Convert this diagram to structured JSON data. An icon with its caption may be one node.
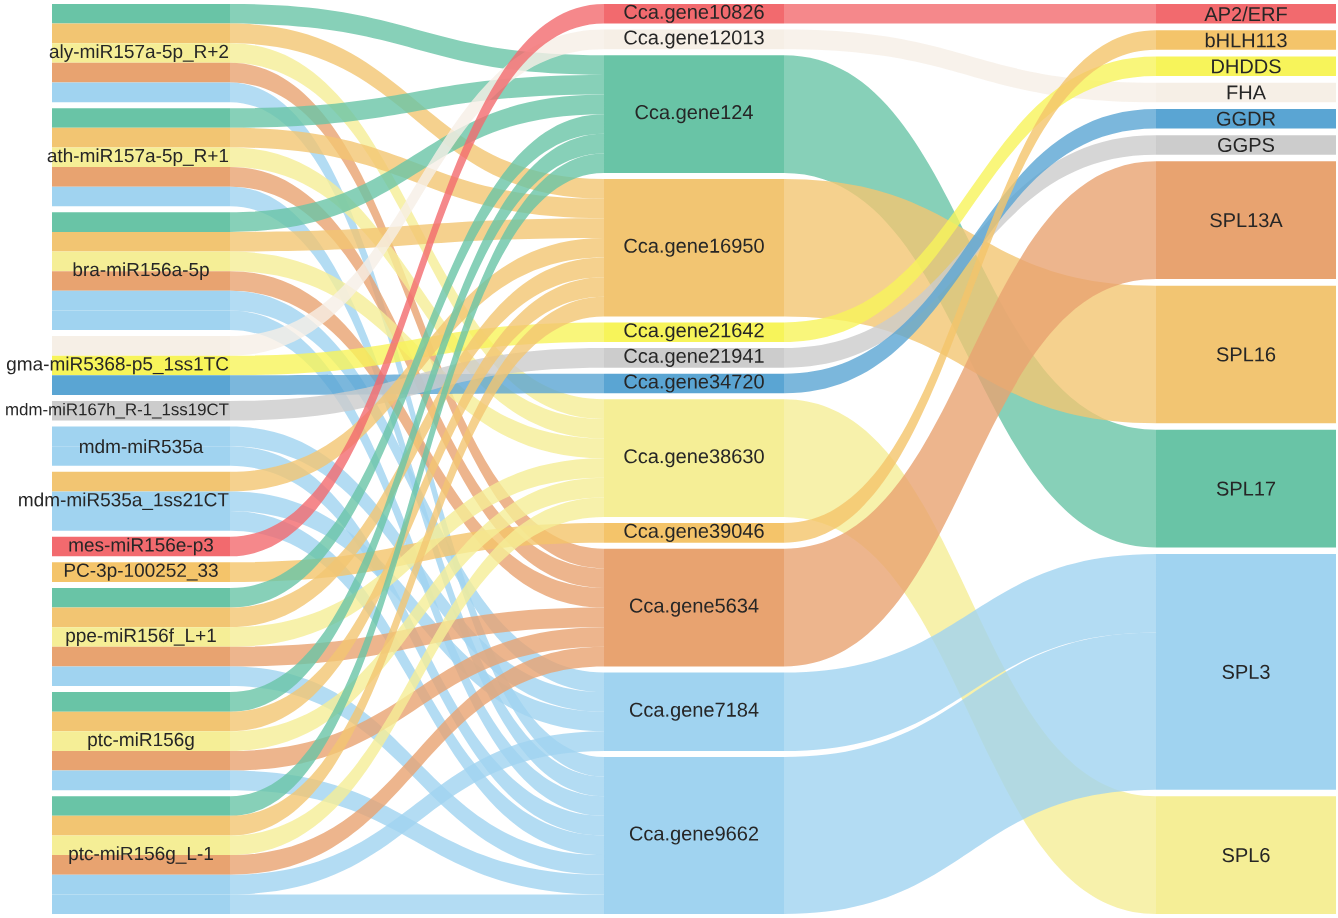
{
  "diagram": {
    "nodes": [
      {
        "text": [
          "aly-miR157a-5p_R+2"
        ]
      },
      {
        "text": [
          "ath-miR157a-5p_R+1"
        ]
      },
      {
        "text": [
          "bra-miR156a-5p"
        ]
      },
      {
        "text": [
          "gma-miR5368-p5_1ss1TC"
        ]
      },
      {
        "text": [
          "mdm-miR167h_R-1_1ss19CT"
        ]
      },
      {
        "text": [
          "mdm-miR535a"
        ]
      },
      {
        "text": [
          "mdm-miR535a_1ss21CT"
        ]
      },
      {
        "text": [
          "mes-miR156e-p3"
        ]
      },
      {
        "text": [
          "PC-3p-100252_33"
        ]
      },
      {
        "text": [
          "ppe-miR156f_L+1"
        ]
      },
      {
        "text": [
          "ptc-miR156g"
        ]
      },
      {
        "text": [
          "ptc-miR156g_L-1"
        ]
      },
      {
        "text": [
          "Cca.gene10826"
        ]
      },
      {
        "text": [
          "Cca.gene12013"
        ]
      },
      {
        "text": [
          "Cca.gene124"
        ]
      },
      {
        "text": [
          "Cca.gene16950"
        ]
      },
      {
        "text": [
          "Cca.gene21642"
        ]
      },
      {
        "text": [
          "Cca.gene21941"
        ]
      },
      {
        "text": [
          "Cca.gene34720"
        ]
      },
      {
        "text": [
          "Cca.gene38630"
        ]
      },
      {
        "text": [
          "Cca.gene39046"
        ]
      },
      {
        "text": [
          "Cca.gene5634"
        ]
      },
      {
        "text": [
          "Cca.gene7184"
        ]
      },
      {
        "text": [
          "Cca.gene9662"
        ]
      },
      {
        "text": [
          "AP2/ERF"
        ]
      },
      {
        "text": [
          "bHLH113"
        ]
      },
      {
        "text": [
          "DHDDS"
        ]
      },
      {
        "text": [
          "FHA"
        ]
      },
      {
        "text": [
          "GGDR"
        ]
      },
      {
        "text": [
          "GGPS"
        ]
      },
      {
        "text": [
          "SPL13A"
        ]
      },
      {
        "text": [
          "SPL16"
        ]
      },
      {
        "text": [
          "SPL17"
        ]
      },
      {
        "text": [
          "SPL3"
        ]
      },
      {
        "text": [
          "SPL6"
        ]
      }
    ],
    "edges": [
      {
        "from": 0,
        "to": 14,
        "arrow": "none",
        "color": "#69c4a6"
      },
      {
        "from": 0,
        "to": 15,
        "arrow": "none",
        "color": "#f2c572"
      },
      {
        "from": 0,
        "to": 19,
        "arrow": "none",
        "color": "#f5ee96"
      },
      {
        "from": 0,
        "to": 21,
        "arrow": "none",
        "color": "#e8a370"
      },
      {
        "from": 0,
        "to": 23,
        "arrow": "none",
        "color": "#a0d3f0"
      },
      {
        "from": 1,
        "to": 14,
        "arrow": "none",
        "color": "#69c4a6"
      },
      {
        "from": 1,
        "to": 15,
        "arrow": "none",
        "color": "#f2c572"
      },
      {
        "from": 1,
        "to": 19,
        "arrow": "none",
        "color": "#f5ee96"
      },
      {
        "from": 1,
        "to": 21,
        "arrow": "none",
        "color": "#e8a370"
      },
      {
        "from": 1,
        "to": 23,
        "arrow": "none",
        "color": "#a0d3f0"
      },
      {
        "from": 2,
        "to": 14,
        "arrow": "none",
        "color": "#69c4a6"
      },
      {
        "from": 2,
        "to": 15,
        "arrow": "none",
        "color": "#f2c572"
      },
      {
        "from": 2,
        "to": 19,
        "arrow": "none",
        "color": "#f5ee96"
      },
      {
        "from": 2,
        "to": 21,
        "arrow": "none",
        "color": "#e8a370"
      },
      {
        "from": 2,
        "to": 22,
        "arrow": "none",
        "color": "#a0d3f0"
      },
      {
        "from": 2,
        "to": 23,
        "arrow": "none",
        "color": "#a0d3f0"
      },
      {
        "from": 3,
        "to": 13,
        "arrow": "none",
        "color": "#f6efe6"
      },
      {
        "from": 3,
        "to": 16,
        "arrow": "none",
        "color": "#f7f45a"
      },
      {
        "from": 3,
        "to": 18,
        "arrow": "none",
        "color": "#5aa5d3"
      },
      {
        "from": 4,
        "to": 17,
        "arrow": "none",
        "color": "#cccccc"
      },
      {
        "from": 5,
        "to": 22,
        "arrow": "none",
        "color": "#a0d3f0"
      },
      {
        "from": 5,
        "to": 23,
        "arrow": "none",
        "color": "#a0d3f0"
      },
      {
        "from": 6,
        "to": 15,
        "arrow": "none",
        "color": "#f2c572"
      },
      {
        "from": 6,
        "to": 22,
        "arrow": "none",
        "color": "#a0d3f0"
      },
      {
        "from": 6,
        "to": 23,
        "arrow": "none",
        "color": "#a0d3f0"
      },
      {
        "from": 7,
        "to": 12,
        "arrow": "none",
        "color": "#f26a6e"
      },
      {
        "from": 8,
        "to": 20,
        "arrow": "none",
        "color": "#f4c46a"
      },
      {
        "from": 9,
        "to": 14,
        "arrow": "none",
        "color": "#69c4a6"
      },
      {
        "from": 9,
        "to": 15,
        "arrow": "none",
        "color": "#f2c572"
      },
      {
        "from": 9,
        "to": 19,
        "arrow": "none",
        "color": "#f5ee96"
      },
      {
        "from": 9,
        "to": 21,
        "arrow": "none",
        "color": "#e8a370"
      },
      {
        "from": 9,
        "to": 23,
        "arrow": "none",
        "color": "#a0d3f0"
      },
      {
        "from": 10,
        "to": 14,
        "arrow": "none",
        "color": "#69c4a6"
      },
      {
        "from": 10,
        "to": 15,
        "arrow": "none",
        "color": "#f2c572"
      },
      {
        "from": 10,
        "to": 19,
        "arrow": "none",
        "color": "#f5ee96"
      },
      {
        "from": 10,
        "to": 21,
        "arrow": "none",
        "color": "#e8a370"
      },
      {
        "from": 10,
        "to": 23,
        "arrow": "none",
        "color": "#a0d3f0"
      },
      {
        "from": 11,
        "to": 14,
        "arrow": "none",
        "color": "#69c4a6"
      },
      {
        "from": 11,
        "to": 15,
        "arrow": "none",
        "color": "#f2c572"
      },
      {
        "from": 11,
        "to": 19,
        "arrow": "none",
        "color": "#f5ee96"
      },
      {
        "from": 11,
        "to": 21,
        "arrow": "none",
        "color": "#e8a370"
      },
      {
        "from": 11,
        "to": 22,
        "arrow": "none",
        "color": "#a0d3f0"
      },
      {
        "from": 11,
        "to": 23,
        "arrow": "none",
        "color": "#a0d3f0"
      },
      {
        "from": 12,
        "to": 24,
        "arrow": "none",
        "color": "#f26a6e"
      },
      {
        "from": 13,
        "to": 27,
        "arrow": "none",
        "color": "#f6efe6"
      },
      {
        "from": 14,
        "to": 32,
        "arrow": "none",
        "color": "#69c4a6"
      },
      {
        "from": 15,
        "to": 31,
        "arrow": "none",
        "color": "#f2c572"
      },
      {
        "from": 16,
        "to": 26,
        "arrow": "none",
        "color": "#f7f45a"
      },
      {
        "from": 17,
        "to": 29,
        "arrow": "none",
        "color": "#cccccc"
      },
      {
        "from": 18,
        "to": 28,
        "arrow": "none",
        "color": "#5aa5d3"
      },
      {
        "from": 19,
        "to": 34,
        "arrow": "none",
        "color": "#f5ee96"
      },
      {
        "from": 20,
        "to": 25,
        "arrow": "none",
        "color": "#f4c46a"
      },
      {
        "from": 21,
        "to": 30,
        "arrow": "none",
        "color": "#e8a370"
      },
      {
        "from": 22,
        "to": 33,
        "arrow": "none",
        "color": "#a0d3f0"
      },
      {
        "from": 23,
        "to": 33,
        "arrow": "none",
        "color": "#a0d3f0"
      }
    ]
  }
}
